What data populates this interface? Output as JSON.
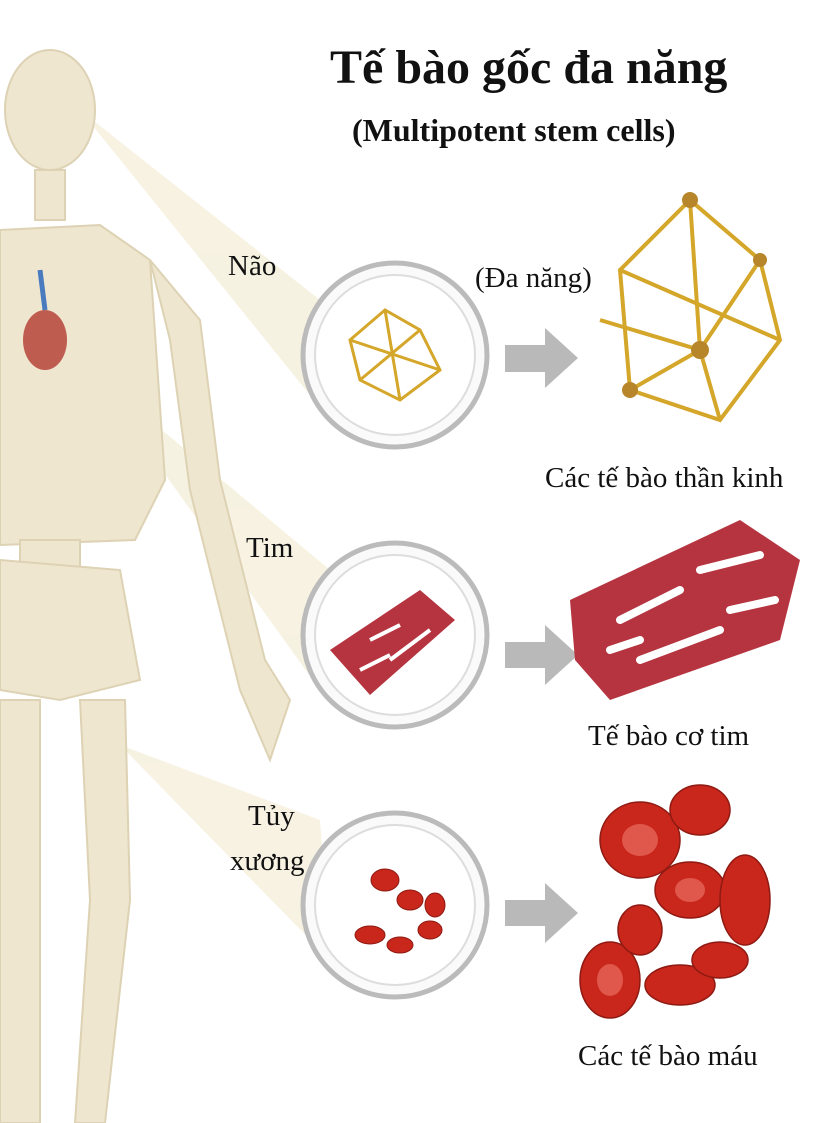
{
  "title": "Tế bào gốc đa năng",
  "subtitle": "(Multipotent stem cells)",
  "rows": [
    {
      "source": "Não",
      "note": "(Đa năng)",
      "result": "Các tế bào thần kinh"
    },
    {
      "source": "Tim",
      "result": "Tế bào cơ tim"
    },
    {
      "source_line1": "Tủy",
      "source_line2": "xương",
      "result": "Các tế bào máu"
    }
  ],
  "colors": {
    "skeleton": "#efe6cf",
    "neuron": "#d4a62a",
    "muscle": "#b5343f",
    "blood": "#c9261c",
    "arrow": "#b9b9b9"
  }
}
